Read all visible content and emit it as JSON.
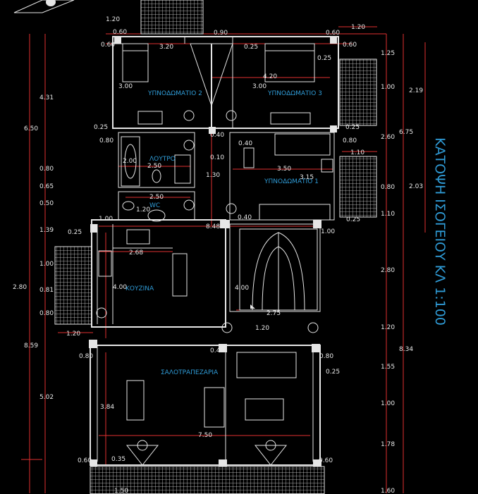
{
  "title": "ΚΑΤΟΨΗ ΙΣΟΓΕΙΟΥ ΚΛ 1:100",
  "colors": {
    "background": "#000000",
    "walls": "#e6e6e6",
    "dimension_lines": "#e03030",
    "labels": "#2f9bd6"
  },
  "rooms": {
    "bedroom2": "ΥΠΝΟΔΩΜΑΤΙΟ 2",
    "bedroom3": "ΥΠΝΟΔΩΜΑΤΙΟ 3",
    "bath": "ΛΟΥΤΡΟ",
    "bedroom1": "ΥΠΝΟΔΩΜΑΤΙΟ 1",
    "wc": "WC",
    "kitchen": "ΚΟΥΖΙΝΑ",
    "living": "ΣΑΛΟΤΡΑΠΕΖΑΡΙΑ"
  },
  "left_outer_dims": [
    "6.50",
    "2.80",
    "8.59"
  ],
  "left_inner_dims": [
    "4.31",
    "0.80",
    "0.65",
    "0.50",
    "1.39",
    "1.00",
    "0.81",
    "0.80",
    "5.02"
  ],
  "right_inner_dims": [
    "1.25",
    "1.00",
    "2.60",
    "0.80",
    "1.10",
    "2.80",
    "1.20",
    "1.55",
    "1.00",
    "1.78",
    "1.60"
  ],
  "right_outer_dims": [
    "6.75",
    "8.34"
  ],
  "right_window_dims": [
    "2.19",
    "2.03"
  ],
  "plan_dims": {
    "d01": "1.20",
    "d02": "0.60",
    "d03": "0.90",
    "d04": "0.60",
    "d05": "1.20",
    "d06": "0.60",
    "d07": "3.20",
    "d08": "0.25",
    "d09": "0.60",
    "d10": "0.25",
    "d11": "3.00",
    "d12": "4.20",
    "d13": "3.00",
    "d14": "0.25",
    "d15": "0.40",
    "d16": "0.25",
    "d17": "0.80",
    "d18": "0.40",
    "d19": "0.80",
    "d20": "1.10",
    "d21": "2.00",
    "d22": "2.50",
    "d23": "0.10",
    "d24": "3.50",
    "d25": "1.30",
    "d26": "3.15",
    "d27": "2.50",
    "d28": "1.20",
    "d29": "1.00",
    "d30": "0.40",
    "d31": "0.25",
    "d32": "0.25",
    "d33": "8.48",
    "d34": "1.00",
    "d35": "2.68",
    "d36": "4.00",
    "d37": "4.00",
    "d38": "2.75",
    "d39": "1.20",
    "d40": "1.20",
    "d41": "0.80",
    "d42": "0.40",
    "d43": "0.80",
    "d44": "0.25",
    "d45": "3.84",
    "d46": "7.50",
    "d47": "0.60",
    "d48": "0.35",
    "d49": "0.60",
    "d50": "1.50"
  }
}
